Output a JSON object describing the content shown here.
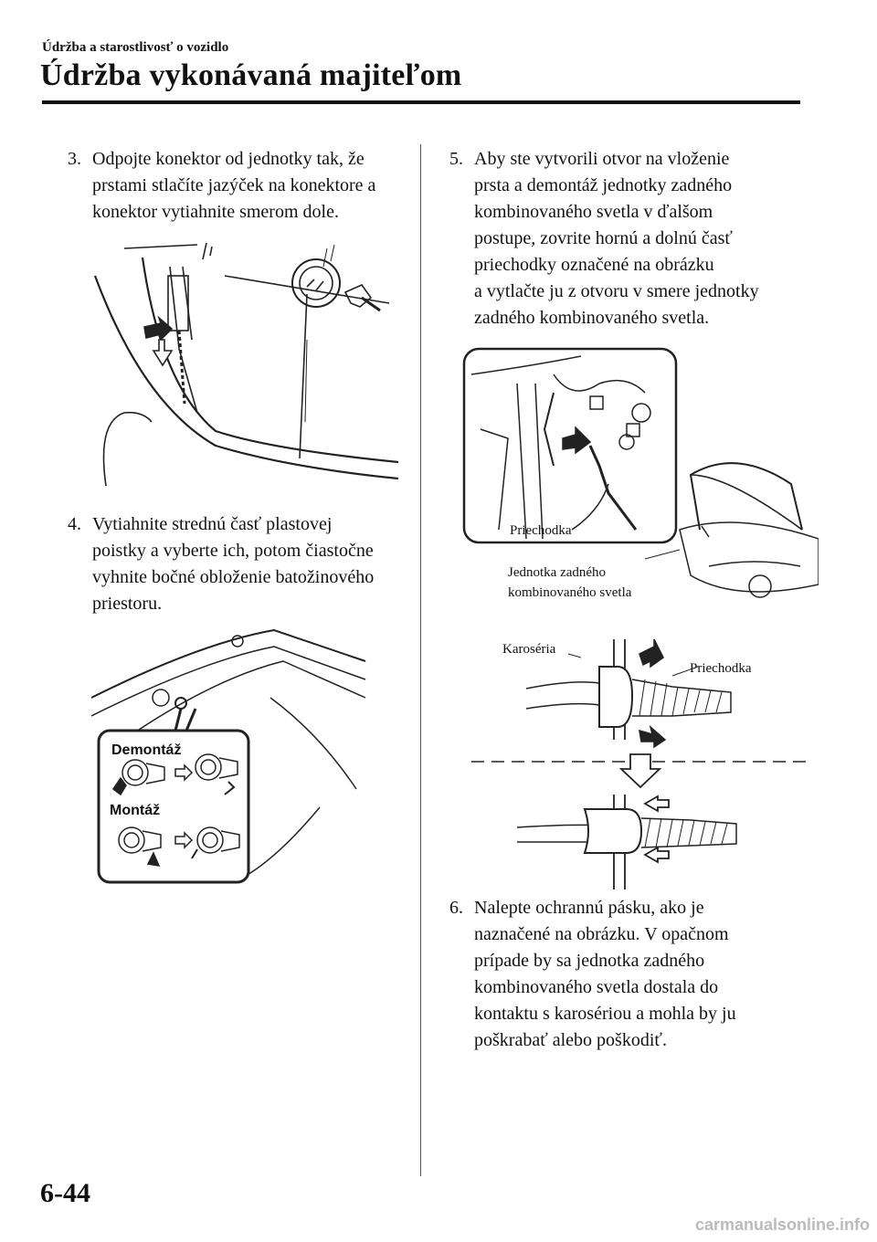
{
  "header": {
    "section": "Údržba a starostlivosť o vozidlo",
    "title": "Údržba vykonávaná majiteľom"
  },
  "steps": [
    {
      "num": "3.",
      "text": "Odpojte konektor od jednotky tak, že\nprstami stlačíte jazýček na konektore a\nkonektor vytiahnite smerom dole."
    },
    {
      "num": "4.",
      "text": "Vytiahnite strednú časť plastovej\npoistky a vyberte ich, potom čiastočne\nvyhnite bočné obloženie batožinového\npriestoru."
    },
    {
      "num": "5.",
      "text": "Aby ste vytvorili otvor na vloženie\nprsta a demontáž jednotky zadného\nkombinovaného svetla v ďalšom\npostupe, zovrite hornú a dolnú časť\npriechodky označené na obrázku\na vytlačte ju z otvoru v smere jednotky\nzadného kombinovaného svetla."
    },
    {
      "num": "6.",
      "text": "Nalepte ochrannú pásku, ako je\nnaznačené na obrázku. V opačnom\nprípade by sa jednotka zadného\nkombinovaného svetla dostala do\nkontaktu s karosériou a mohla by ju\npoškrabať alebo poškodiť."
    }
  ],
  "figures": {
    "clip": {
      "removal": "Demontáž",
      "install": "Montáž"
    },
    "lamp": {
      "grommet": "Priechodka",
      "unit_line1": "Jednotka zadného",
      "unit_line2": "kombinovaného svetla"
    },
    "section": {
      "body": "Karoséria",
      "grommet": "Priechodka"
    }
  },
  "footer": {
    "page": "6-44",
    "watermark": "carmanualsonline.info"
  }
}
